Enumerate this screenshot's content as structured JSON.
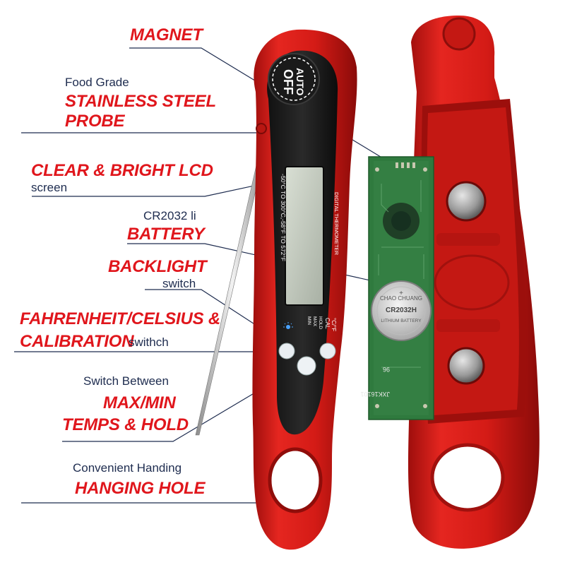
{
  "callouts": {
    "magnet": {
      "title": "MAGNET"
    },
    "probe": {
      "subtitle": "Food Grade",
      "title_line1": "STAINLESS STEEL",
      "title_line2": "PROBE"
    },
    "lcd": {
      "title": "CLEAR & BRIGHT LCD",
      "subtitle": "screen"
    },
    "battery": {
      "subtitle": "CR2032 li",
      "title": "BATTERY"
    },
    "backlight": {
      "title": "BACKLIGHT",
      "subtitle": "switch"
    },
    "fc": {
      "title_line1": "FAHRENHEIT/CELSIUS &",
      "title_line2": "CALIBRATION",
      "subtitle": "swithch"
    },
    "maxmin": {
      "subtitle": "Switch Between",
      "title_line1": "MAX/MIN",
      "title_line2": "TEMPS & HOLD"
    },
    "hole": {
      "subtitle": "Convenient Handing",
      "title": "HANGING HOLE"
    }
  },
  "device": {
    "auto_off_line1": "AUTO",
    "auto_off_line2": "OFF",
    "model_text": "DIGITAL THERMOMETER",
    "range_text": "-50°C TO 300°C,-58°F TO 572°F",
    "button_labels": [
      "HOLD",
      "MAX",
      "MIN"
    ],
    "unit_labels": [
      "°C/°F",
      "CAL"
    ]
  },
  "pcb": {
    "battery_line1": "CHAO CHUANG",
    "battery_line2": "CR2032H",
    "battery_line3": "LITHIUM BATTERY",
    "board_code": "JXK16101",
    "board_num": "96"
  },
  "colors": {
    "accent_red": "#e0161c",
    "label_navy": "#1e2c4f",
    "body_red": "#d81e18",
    "pcb_green": "#2f7a3e"
  }
}
